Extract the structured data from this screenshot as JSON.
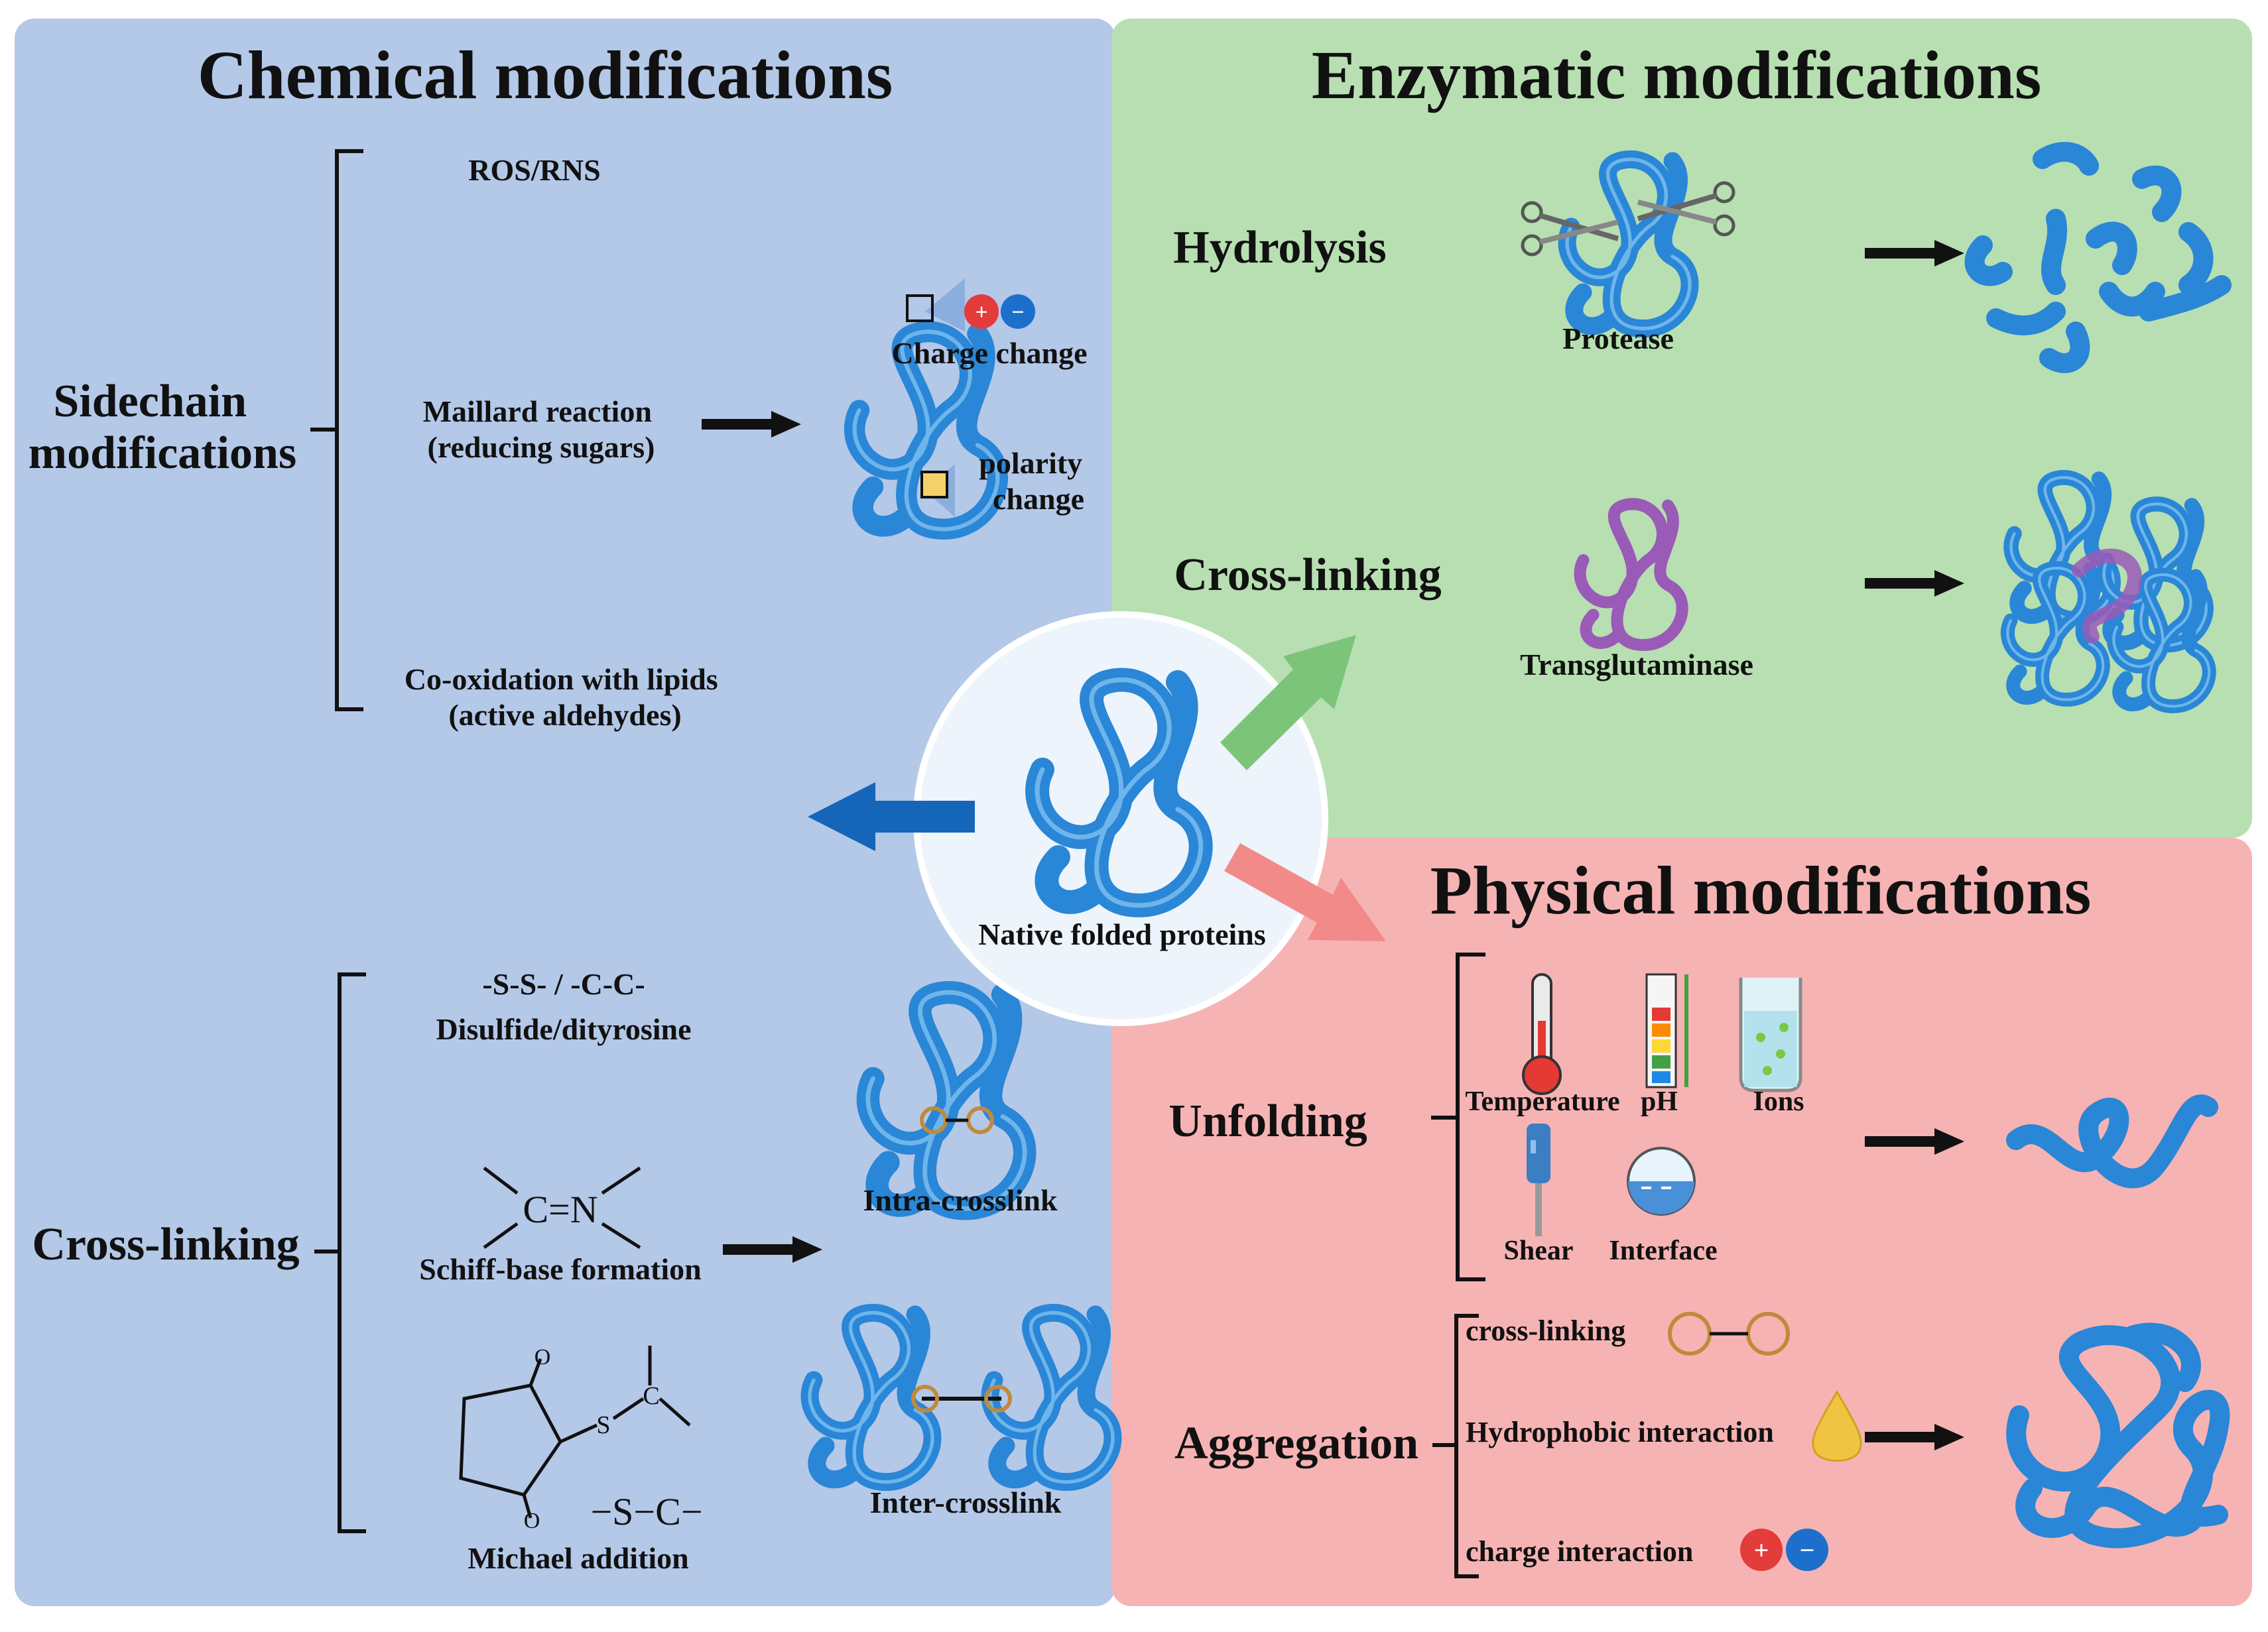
{
  "panels": {
    "chemical": {
      "title": "Chemical modifications",
      "sidechain": {
        "heading": "Sidechain modifications",
        "items": [
          "ROS/RNS",
          "Maillard reaction (reducing sugars)",
          "Co-oxidation with lipids (active aldehydes)"
        ],
        "results": [
          "Charge change",
          "polarity change"
        ]
      },
      "crosslinking": {
        "heading": "Cross-linking",
        "items": [
          "-S-S- / -C-C-",
          "Disulfide/dityrosine",
          "Schiff-base formation",
          "Michael addition"
        ],
        "chem": {
          "imine": "C=N",
          "thioether": "−S−C−",
          "s": "S",
          "c": "C",
          "o": "O"
        },
        "results": [
          "Intra-crosslink",
          "Inter-crosslink"
        ]
      }
    },
    "enzymatic": {
      "title": "Enzymatic modifications",
      "rows": [
        {
          "heading": "Hydrolysis",
          "agent": "Protease"
        },
        {
          "heading": "Cross-linking",
          "agent": "Transglutaminase"
        }
      ]
    },
    "physical": {
      "title": "Physical modifications",
      "unfolding": {
        "heading": "Unfolding",
        "factors": [
          "Temperature",
          "pH",
          "Ions",
          "Shear",
          "Interface"
        ]
      },
      "aggregation": {
        "heading": "Aggregation",
        "interactions": [
          "cross-linking",
          "Hydrophobic interaction",
          "charge interaction"
        ]
      }
    },
    "center": {
      "label": "Native folded proteins"
    }
  },
  "symbols": {
    "plus": "+",
    "minus": "−"
  },
  "colors": {
    "chemical_bg": "#b4c8e8",
    "enzymatic_bg": "#b7dfb1",
    "physical_bg": "#f6b3b3",
    "protein": "#2a86d6",
    "transglutaminase": "#9a5ab8",
    "arrow_chemical": "#1565b8",
    "arrow_enzymatic": "#7cc47a",
    "arrow_physical": "#f28a8a"
  }
}
